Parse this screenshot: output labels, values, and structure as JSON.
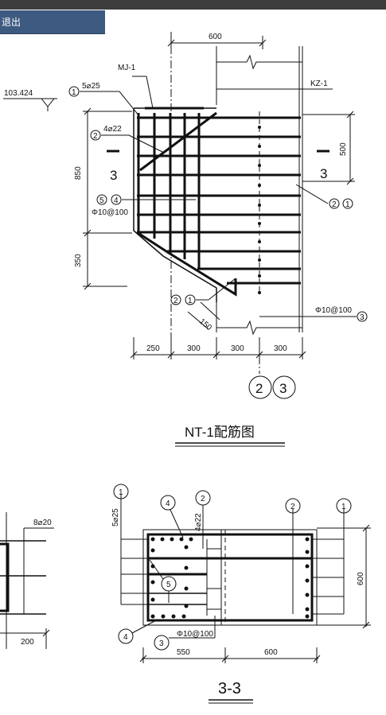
{
  "toolbar": {
    "exit_label": "退出",
    "top_color": "#3c3c3c",
    "button_color": "#3d5a80"
  },
  "elevation": {
    "level": "103.424",
    "labels": {
      "mj": "MJ-1",
      "kz": "KZ-1",
      "top_bars": "5⌀25",
      "bars_4_22": "4⌀22",
      "stirrups": "Φ10@100",
      "stirrups_right": "Φ10@100"
    },
    "callouts": {
      "c1": "1",
      "c2": "2",
      "c3": "3",
      "c4": "4",
      "c5": "5"
    },
    "dims": {
      "top": "600",
      "h850": "850",
      "h350": "350",
      "h500": "500",
      "d150": "150",
      "b250": "250",
      "b300a": "300",
      "b300b": "300",
      "b300c": "300"
    },
    "section_mark": "3",
    "axes": {
      "a2": "2",
      "a3": "3"
    },
    "title": "NT-1配筋图"
  },
  "left_partial": {
    "label": "8⌀20",
    "dim": "200"
  },
  "section": {
    "labels": {
      "top_bars": "5⌀25",
      "bars_4_22": "4⌀22",
      "stirrups": "Φ10@100"
    },
    "dims": {
      "w550": "550",
      "w600": "600",
      "h600": "600"
    },
    "title": "3-3"
  }
}
